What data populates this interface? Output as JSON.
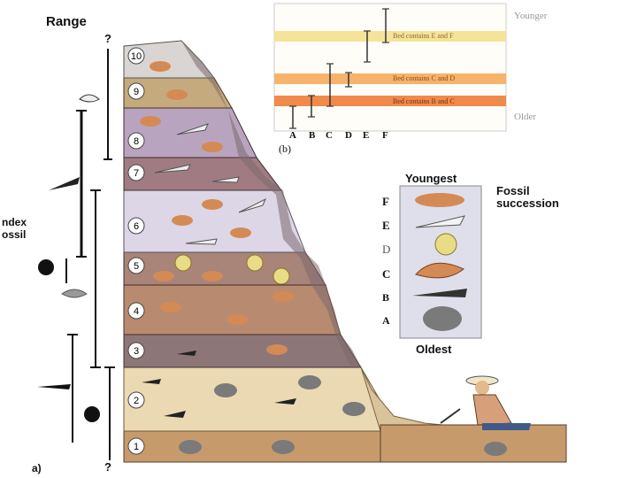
{
  "range_title": "Range",
  "question_mark": "?",
  "index_fossil_label": [
    "ndex",
    "ossil"
  ],
  "panel_a_label": "a)",
  "panel_b_label": "(b)",
  "beds": [
    "1",
    "2",
    "3",
    "4",
    "5",
    "6",
    "7",
    "8",
    "9",
    "10"
  ],
  "chart": {
    "top_label": "Younger",
    "bottom_label": "Older",
    "columns": [
      "A",
      "B",
      "C",
      "D",
      "E",
      "F"
    ],
    "bands": [
      {
        "text": "Bed contains E and F",
        "color": "#f6e39a"
      },
      {
        "text": "Bed contains C and D",
        "color": "#f7b26b"
      },
      {
        "text": "Bed contains B and C",
        "color": "#f08a4b"
      }
    ]
  },
  "legend": {
    "youngest": "Youngest",
    "oldest": "Oldest",
    "title_line1": "Fossil",
    "title_line2": "succession",
    "items": [
      "F",
      "E",
      "D",
      "C",
      "B",
      "A"
    ]
  },
  "colors": {
    "bed1": "#c79a6c",
    "bed2": "#ead9b2",
    "bed3": "#8c7678",
    "bed4": "#b88a70",
    "bed5": "#a98478",
    "bed6": "#dcd6e6",
    "bed7": "#a07b82",
    "bed8": "#b9a4bf",
    "bed9": "#c5aa7d",
    "bed10": "#d9d5d3",
    "shell": "#d48a55",
    "trilobite": "#7a7a7a"
  }
}
